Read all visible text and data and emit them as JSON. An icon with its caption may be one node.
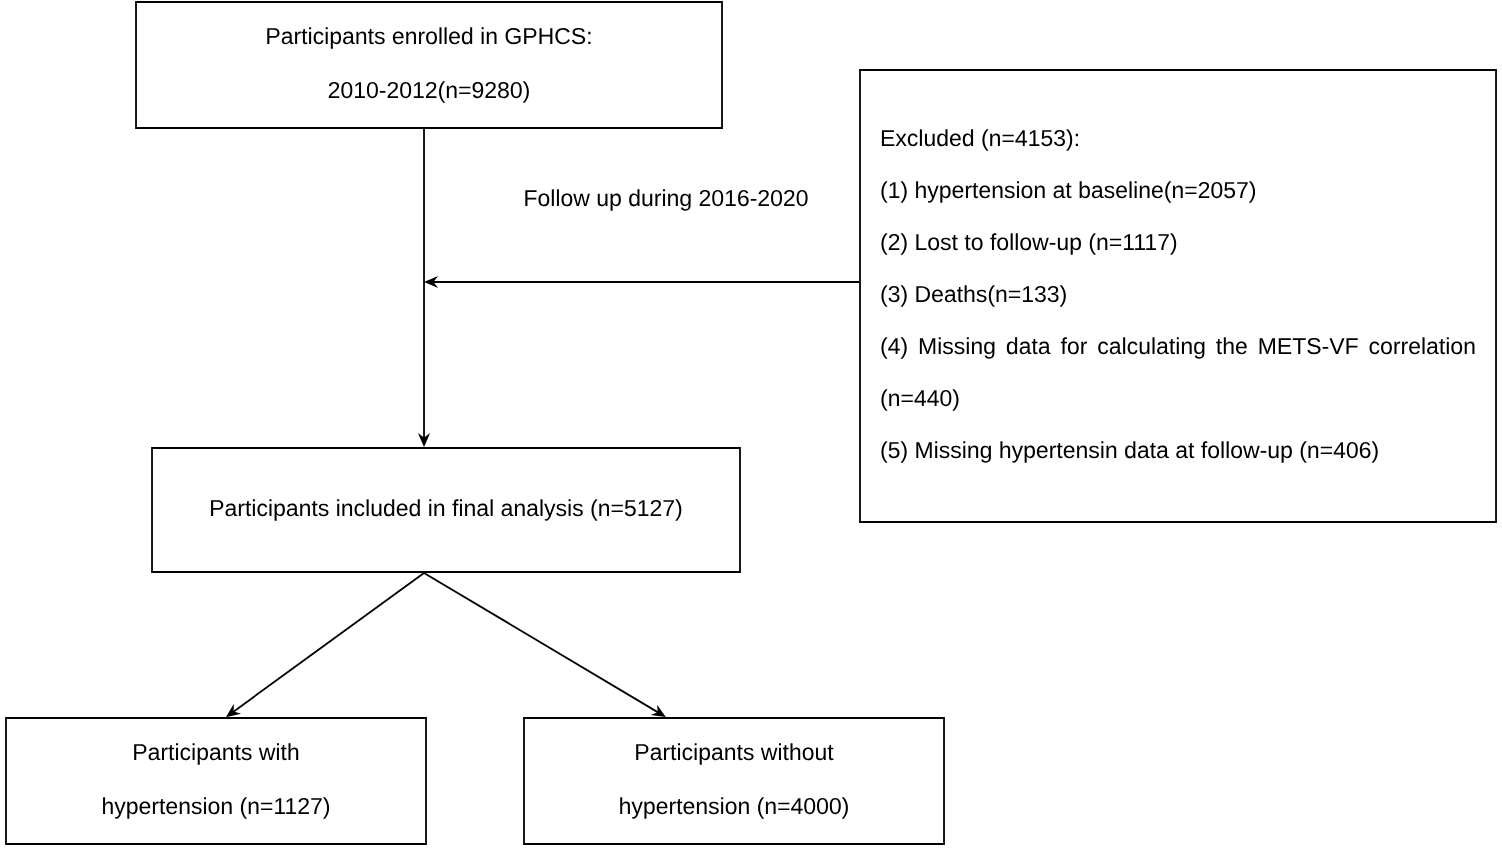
{
  "diagram": {
    "nodes": [
      {
        "text": [
          "Participants enrolled in GPHCS: 2010-2012(n=9280)"
        ]
      },
      {
        "text": [
          "Excluded (n=4153):",
          "(1) hypertension at baseline(n=2057)",
          "(2) Lost to follow-up (n=1117)",
          "(3) Deaths(n=133)",
          "(4) Missing data for calculating the METS-VF correlation (n=440)",
          "(5) Missing hypertensin data at follow-up (n=406)"
        ]
      },
      {
        "text": [
          "Participants included in final analysis (n=5127)"
        ]
      },
      {
        "text": [
          "Participants with hypertension (n=1127)"
        ]
      },
      {
        "text": [
          "Participants without hypertension (n=4000)"
        ]
      }
    ],
    "edges": [
      {
        "from": 0,
        "to": 2,
        "arrow": "to",
        "label": "Follow up during 2016-2020"
      },
      {
        "from": 1,
        "to": null,
        "arrow": "to"
      },
      {
        "from": 2,
        "to": 3,
        "arrow": "to"
      },
      {
        "from": 2,
        "to": 4,
        "arrow": "to"
      }
    ]
  }
}
